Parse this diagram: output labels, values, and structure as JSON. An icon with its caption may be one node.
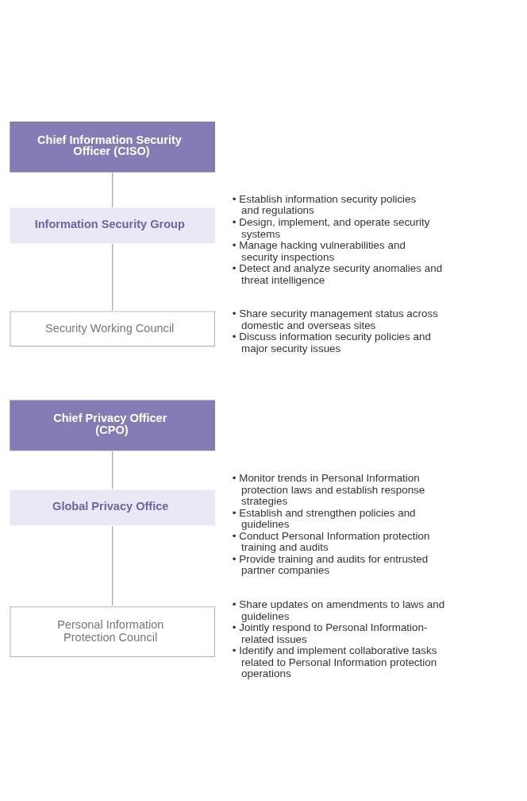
{
  "diagram": {
    "nodes": [
      {
        "text": [
          "Chief Information Security Officer (CISO)"
        ]
      },
      {
        "text": [
          "Information Security Group"
        ],
        "beside": [
          "• Establish information security policies and regulations",
          "• Design, implement, and operate security systems",
          "• Manage hacking vulnerabilities and security inspections",
          "• Detect and analyze security anomalies and threat intelligence"
        ]
      },
      {
        "text": [
          "Security Working Council"
        ],
        "beside": [
          "• Share security management status across domestic and overseas sites",
          "• Discuss information security policies and major security issues"
        ]
      },
      {
        "text": [
          "Chief Privacy Officer (CPO)"
        ]
      },
      {
        "text": [
          "Global Privacy Office"
        ],
        "beside": [
          "• Monitor trends in Personal Information protection laws and establish response strategies",
          "• Establish and strengthen policies and guidelines",
          "• Conduct Personal Information protection training and audits",
          "• Provide training and audits for entrusted partner companies"
        ]
      },
      {
        "text": [
          "Personal Information Protection Council"
        ],
        "beside": [
          "• Share updates on amendments to laws and guidelines",
          "• Jointly respond to Personal Information-related issues",
          "• Identify and implement collaborative tasks related to Personal Information protection operations"
        ]
      }
    ],
    "edges": [
      {
        "from": 0,
        "to": 1,
        "arrow": "none"
      },
      {
        "from": 1,
        "to": 2,
        "arrow": "none"
      },
      {
        "from": 3,
        "to": 4,
        "arrow": "none"
      },
      {
        "from": 4,
        "to": 5,
        "arrow": "none"
      }
    ]
  }
}
